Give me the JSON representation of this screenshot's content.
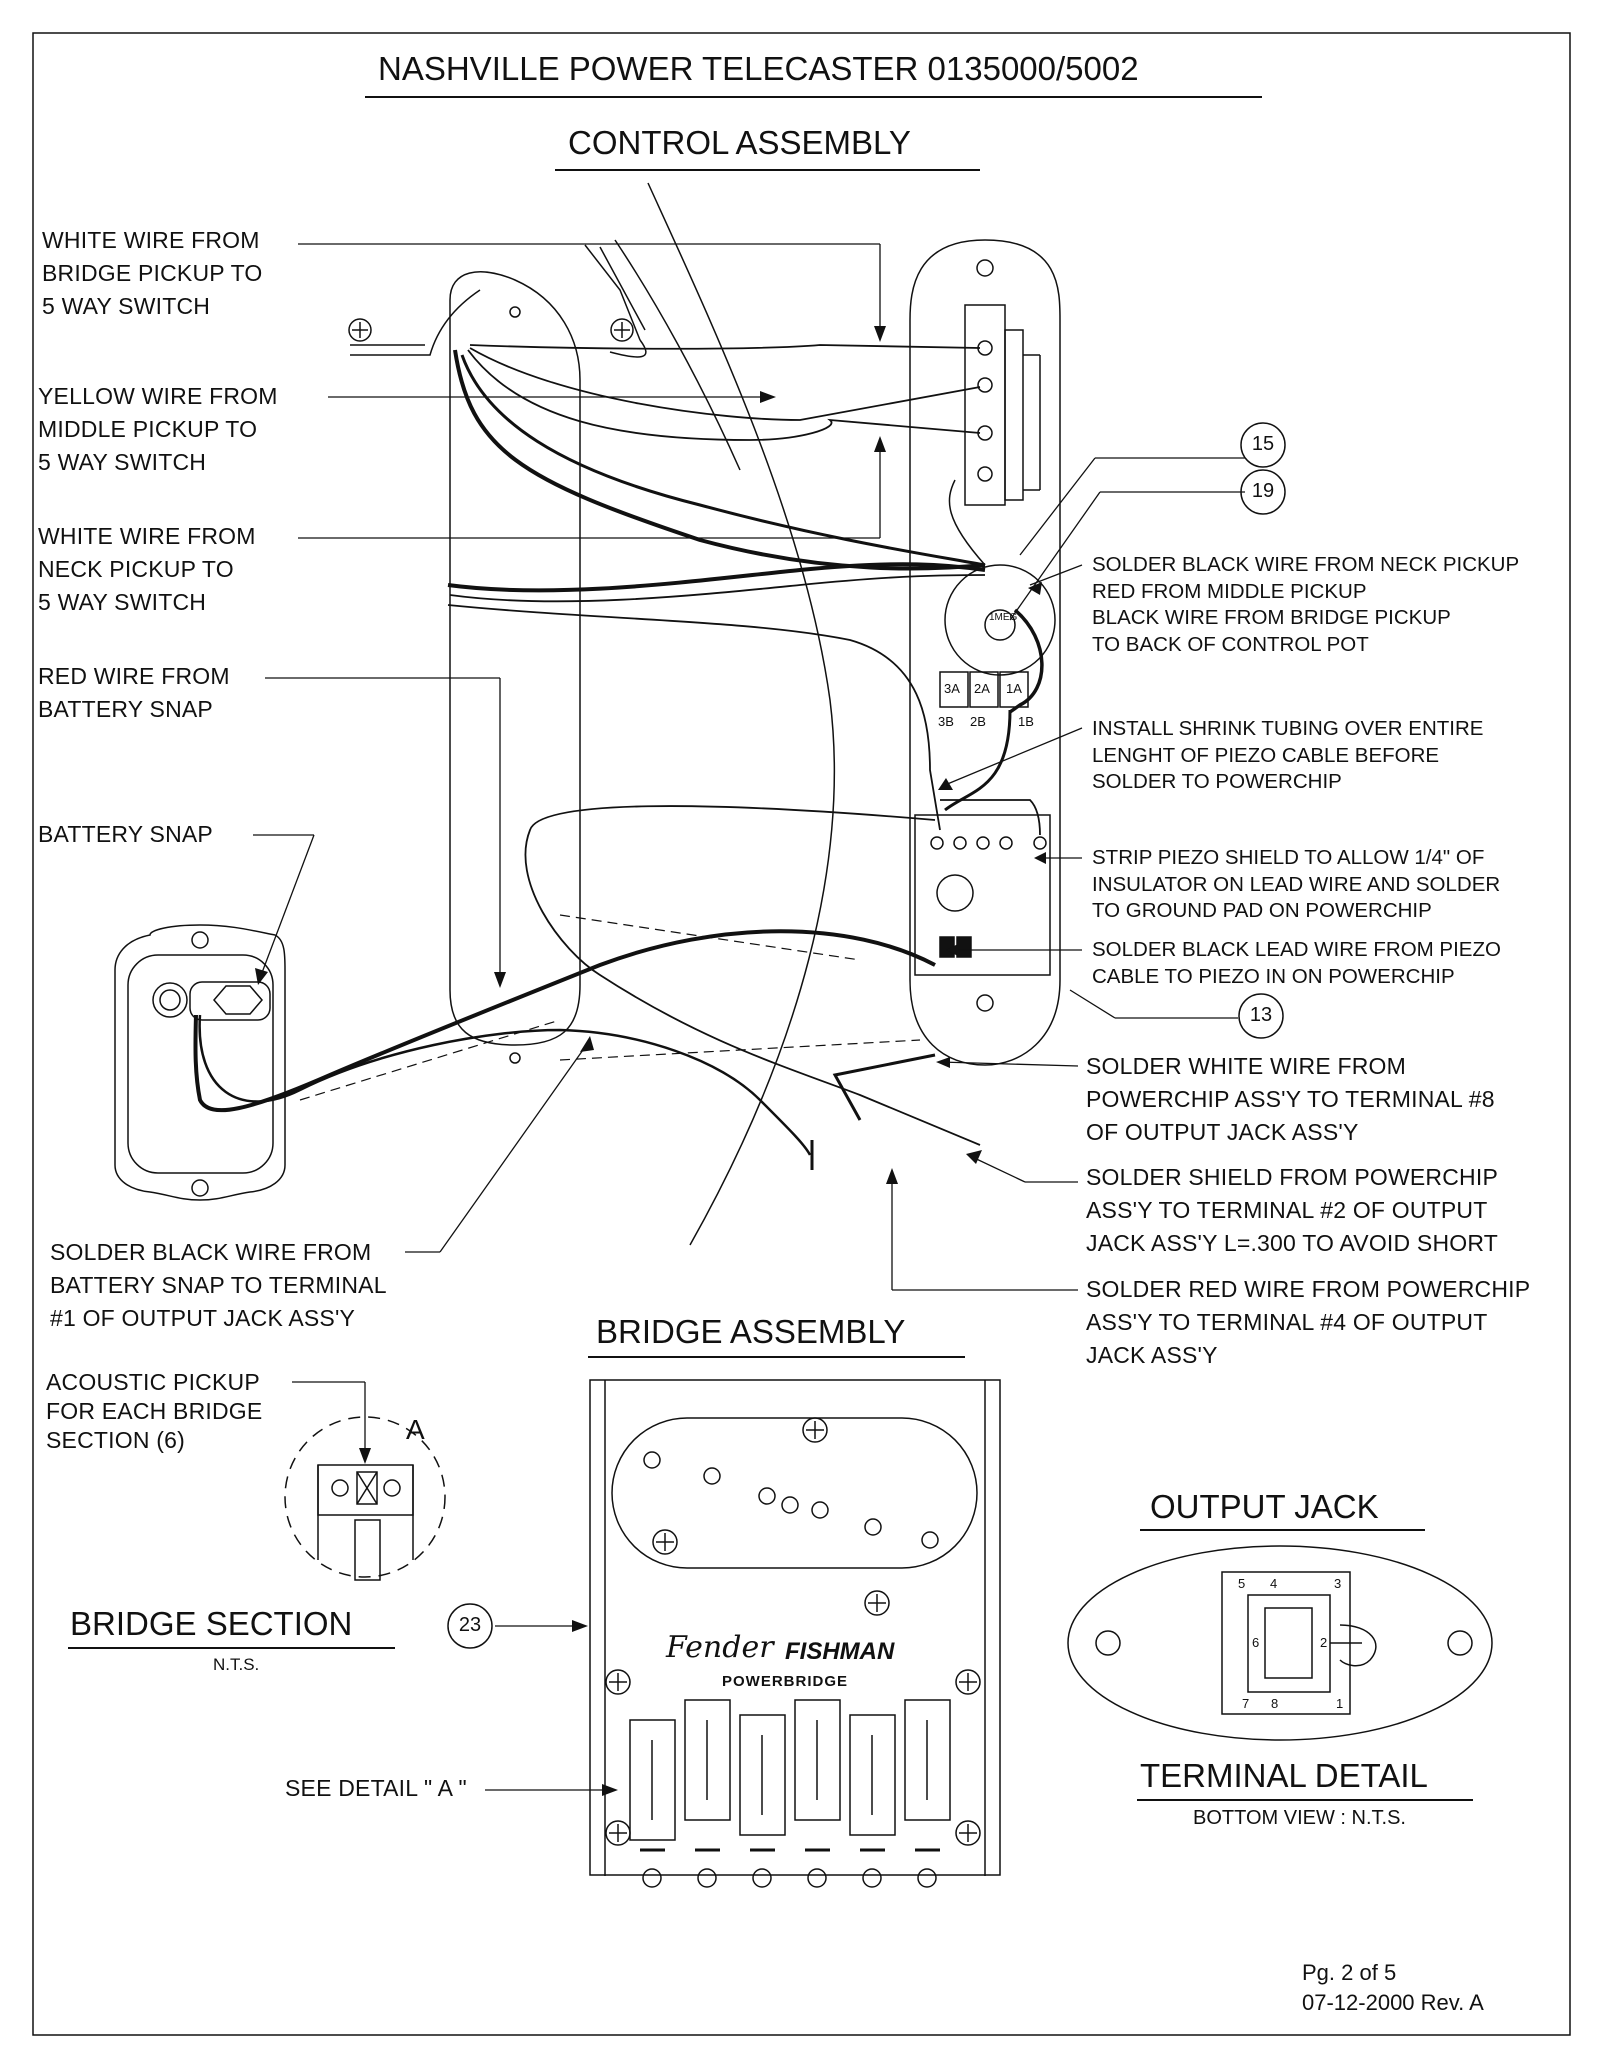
{
  "title": "NASHVILLE POWER TELECASTER  0135000/5002",
  "control_assembly": {
    "heading": "CONTROL ASSEMBLY",
    "callouts": {
      "white_bridge": "WHITE WIRE FROM\nBRIDGE PICKUP TO\n5 WAY SWITCH",
      "yellow_middle": "YELLOW WIRE FROM\nMIDDLE PICKUP TO\n5 WAY SWITCH",
      "white_neck": "WHITE WIRE FROM\nNECK PICKUP TO\n5 WAY SWITCH",
      "red_battery": "RED WIRE FROM\nBATTERY SNAP",
      "battery_snap": "BATTERY SNAP",
      "solder_black_battery": "SOLDER BLACK WIRE FROM\nBATTERY SNAP TO TERMINAL\n#1 OF OUTPUT JACK ASS'Y",
      "solder_pot": "SOLDER BLACK WIRE FROM NECK PICKUP\nRED FROM MIDDLE PICKUP\nBLACK WIRE FROM BRIDGE PICKUP\nTO BACK OF CONTROL POT",
      "shrink_tubing": "INSTALL SHRINK TUBING OVER ENTIRE\nLENGHT OF PIEZO CABLE BEFORE\nSOLDER TO POWERCHIP",
      "strip_piezo": "STRIP PIEZO SHIELD TO ALLOW 1/4\" OF\nINSULATOR ON LEAD WIRE AND SOLDER\nTO GROUND PAD ON POWERCHIP",
      "solder_piezo_lead": "SOLDER BLACK LEAD WIRE  FROM PIEZO\nCABLE TO PIEZO IN ON POWERCHIP",
      "solder_white_8": "SOLDER WHITE WIRE FROM\nPOWERCHIP ASS'Y TO TERMINAL #8\nOF OUTPUT JACK ASS'Y",
      "solder_shield_2": "SOLDER SHIELD FROM POWERCHIP\nASS'Y TO TERMINAL #2 OF OUTPUT\nJACK ASS'Y L=.300 TO AVOID SHORT",
      "solder_red_4": "SOLDER RED WIRE FROM POWERCHIP\nASS'Y TO TERMINAL #4 OF OUTPUT\nJACK ASS'Y"
    },
    "balloons": {
      "b15": "15",
      "b19": "19",
      "b13": "13"
    },
    "pot_terminals": {
      "t3a": "3A",
      "t2a": "2A",
      "t1a": "1A",
      "t3b": "3B",
      "t2b": "2B",
      "t1b": "1B"
    },
    "pot_code": "1MEG"
  },
  "bridge_assembly": {
    "heading": "BRIDGE ASSEMBLY",
    "balloon": "23",
    "acoustic_note": "ACOUSTIC PICKUP\nFOR EACH BRIDGE\nSECTION (6)",
    "detail_letter": "A",
    "section_title": "BRIDGE SECTION",
    "section_scale": "N.T.S.",
    "see_detail": "SEE DETAIL \" A \"",
    "logo_fender": "Fender",
    "logo_fishman": "FISHMAN",
    "logo_powerbridge": "POWERBRIDGE"
  },
  "output_jack": {
    "heading": "OUTPUT JACK",
    "terminal_title": "TERMINAL DETAIL",
    "terminal_sub": "BOTTOM VIEW  :  N.T.S.",
    "terminals": {
      "t1": "1",
      "t2": "2",
      "t3": "3",
      "t4": "4",
      "t5": "5",
      "t6": "6",
      "t7": "7",
      "t8": "8"
    }
  },
  "footer": {
    "page": "Pg. 2 of 5",
    "date_rev": "07-12-2000   Rev. A"
  }
}
